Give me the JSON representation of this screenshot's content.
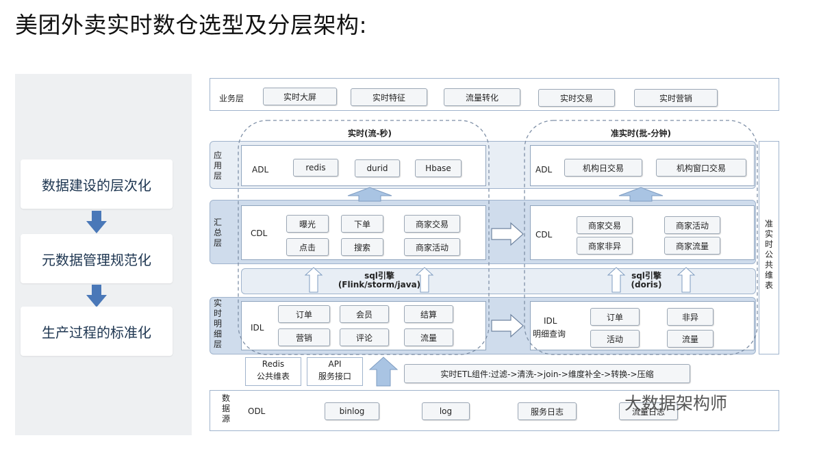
{
  "title": "美团外卖实时数仓选型及分层架构:",
  "steps": [
    "数据建设的层次化",
    "元数据管理规范化",
    "生产过程的标准化"
  ],
  "business": {
    "label": "业务层",
    "items": [
      "实时大屏",
      "实时特征",
      "流量转化",
      "实时交易",
      "实时营销"
    ]
  },
  "realtime_title": "实时(流-秒)",
  "near_realtime_title": "准实时(批-分钟)",
  "layers": {
    "app": "应用层",
    "summary": "汇总层",
    "detail": "实时明细层",
    "source": "数据源"
  },
  "adl": {
    "name": "ADL",
    "left_items": [
      "redis",
      "durid",
      "Hbase"
    ],
    "right_items": [
      "机构日交易",
      "机构窗口交易"
    ]
  },
  "cdl": {
    "name": "CDL",
    "left_items": [
      "曝光",
      "下单",
      "商家交易",
      "点击",
      "搜索",
      "商家活动"
    ],
    "right_items": [
      "商家交易",
      "商家活动",
      "商家非异",
      "商家流量"
    ]
  },
  "sql_engine": {
    "left_title": "sql引擎",
    "left_sub": "(Flink/storm/java)",
    "right_title": "sql引擎",
    "right_sub": "(doris)"
  },
  "idl": {
    "name": "IDL",
    "left_items": [
      "订单",
      "会员",
      "结算",
      "营销",
      "评论",
      "流量"
    ],
    "right_name": "IDL",
    "right_sub": "明细查询",
    "right_items": [
      "订单",
      "非异",
      "活动",
      "流量"
    ]
  },
  "services": {
    "redis_line1": "Redis",
    "redis_line2": "公共维表",
    "api_line1": "API",
    "api_line2": "服务接口",
    "etl": "实时ETL组件:过滤->清洗->join->维度补全->转换->压缩"
  },
  "side_table": "准实时公共维表",
  "odl": {
    "name": "ODL",
    "items": [
      "binlog",
      "log",
      "服务日志",
      "流量日志"
    ]
  },
  "watermark": "大数据架构师"
}
